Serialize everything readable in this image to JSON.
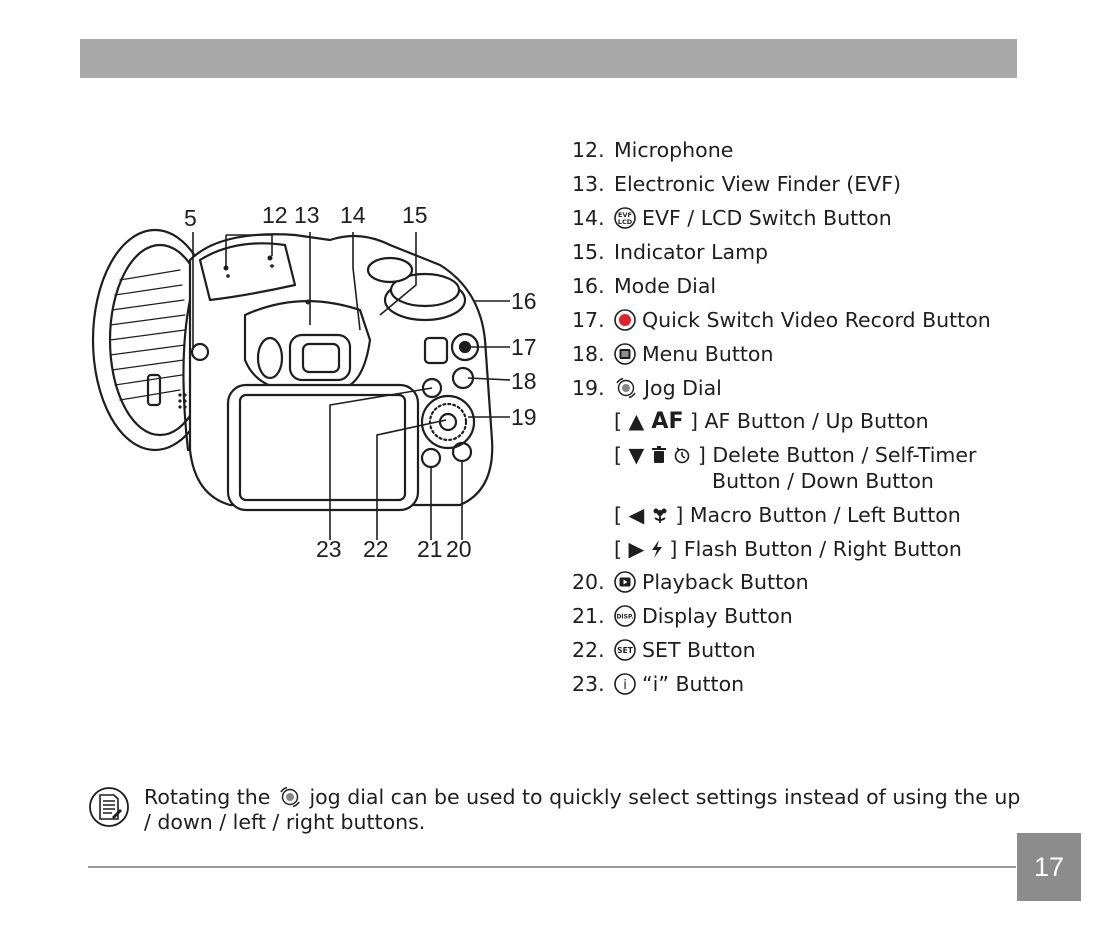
{
  "diagram": {
    "top_labels": [
      "5",
      "12",
      "13",
      "14",
      "15"
    ],
    "right_labels": [
      "16",
      "17",
      "18",
      "19"
    ],
    "bottom_labels": [
      "23",
      "22",
      "21",
      "20"
    ]
  },
  "legend": {
    "items": [
      {
        "num": "12.",
        "icon": "",
        "text": "Microphone"
      },
      {
        "num": "13.",
        "icon": "",
        "text": "Electronic View Finder (EVF)"
      },
      {
        "num": "14.",
        "icon": "evf-lcd-icon",
        "text": "EVF / LCD Switch Button"
      },
      {
        "num": "15.",
        "icon": "",
        "text": "Indicator Lamp"
      },
      {
        "num": "16.",
        "icon": "",
        "text": "Mode Dial"
      },
      {
        "num": "17.",
        "icon": "record-icon",
        "text": "Quick Switch Video Record Button"
      },
      {
        "num": "18.",
        "icon": "menu-icon",
        "text": "Menu Button"
      },
      {
        "num": "19.",
        "icon": "jog-dial-icon",
        "text": "Jog Dial"
      }
    ],
    "sub_items": [
      {
        "icon": "up-af-icon",
        "symbols": "▲ AF",
        "text": "AF Button / Up Button"
      },
      {
        "icon": "down-delete-timer-icon",
        "symbols": "▼ ⏲",
        "text": "Delete Button / Self-Timer",
        "text2": "Button / Down Button"
      },
      {
        "icon": "left-macro-icon",
        "symbols": "◀ ✿",
        "text": "Macro Button / Left Button"
      },
      {
        "icon": "right-flash-icon",
        "symbols": "▶ ϟ",
        "text": "Flash Button / Right Button"
      }
    ],
    "items2": [
      {
        "num": "20.",
        "icon": "playback-icon",
        "text": "Playback Button"
      },
      {
        "num": "21.",
        "icon": "disp-icon",
        "text": "Display Button"
      },
      {
        "num": "22.",
        "icon": "set-icon",
        "text": "SET Button"
      },
      {
        "num": "23.",
        "icon": "info-icon",
        "text": "“i” Button"
      }
    ],
    "icon_text": {
      "evf": "EVF",
      "lcd": "LCD",
      "disp": "DISP.",
      "set": "SET",
      "info": "i",
      "af": "AF"
    }
  },
  "note": {
    "text_before": "Rotating the",
    "text_after": "jog dial can be used to quickly select settings instead of using the up / down / left / right buttons."
  },
  "page_number": "17"
}
